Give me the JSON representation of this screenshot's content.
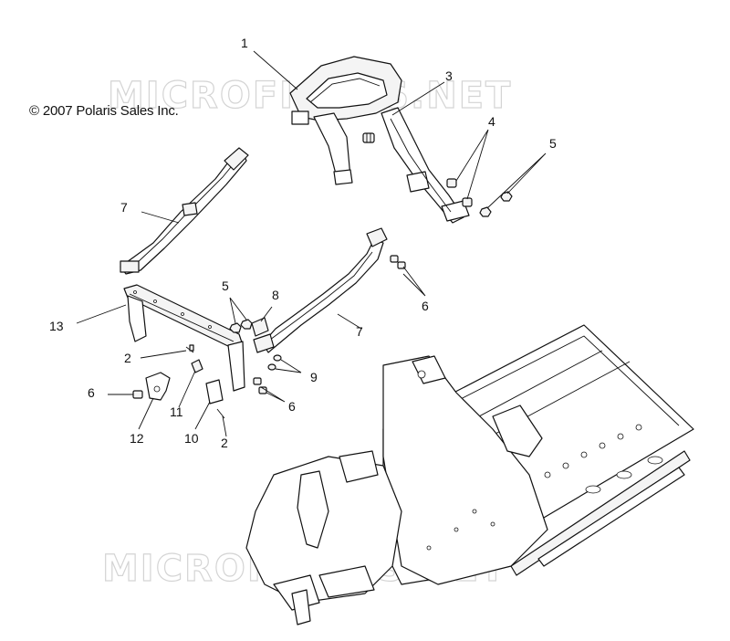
{
  "copyright": "© 2007 Polaris Sales Inc.",
  "watermark": "MICROFICHES.NET",
  "callouts": {
    "c1": "1",
    "c2a": "2",
    "c2b": "2",
    "c3": "3",
    "c4": "4",
    "c5a": "5",
    "c5b": "5",
    "c6a": "6",
    "c6b": "6",
    "c6c": "6",
    "c7a": "7",
    "c7b": "7",
    "c8": "8",
    "c9": "9",
    "c10": "10",
    "c11": "11",
    "c12": "12",
    "c13": "13"
  }
}
